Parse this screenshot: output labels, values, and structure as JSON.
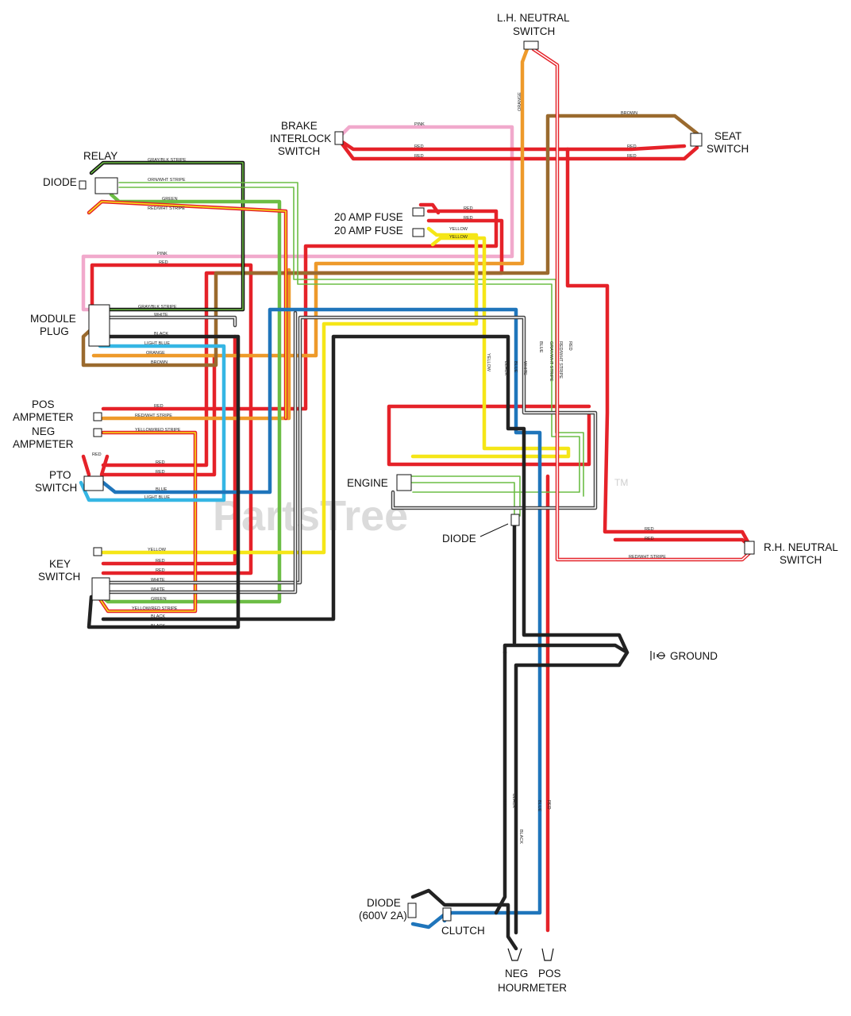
{
  "labels": {
    "lh_neutral_1": "L.H. NEUTRAL",
    "lh_neutral_2": "SWITCH",
    "brake_1": "BRAKE",
    "brake_2": "INTERLOCK",
    "brake_3": "SWITCH",
    "seat_1": "SEAT",
    "seat_2": "SWITCH",
    "relay": "RELAY",
    "diode": "DIODE",
    "fuse_1": "20 AMP FUSE",
    "fuse_2": "20 AMP FUSE",
    "module_1": "MODULE",
    "module_2": "PLUG",
    "pos_amp_1": "POS",
    "pos_amp_2": "AMPMETER",
    "neg_amp_1": "NEG",
    "neg_amp_2": "AMPMETER",
    "pto_1": "PTO",
    "pto_2": "SWITCH",
    "engine": "ENGINE",
    "key_1": "KEY",
    "key_2": "SWITCH",
    "engine_diode": "DIODE",
    "rh_neutral_1": "R.H. NEUTRAL",
    "rh_neutral_2": "SWITCH",
    "ground": "GROUND",
    "diode600_1": "DIODE",
    "diode600_2": "(600V 2A)",
    "clutch": "CLUTCH",
    "hour_neg": "NEG",
    "hour_pos": "POS",
    "hourmeter": "HOURMETER"
  },
  "wire_labels": {
    "orange": "ORANGE",
    "brown": "BROWN",
    "pink": "PINK",
    "red": "RED",
    "gray_blk": "GRAY/BLK STRIPE",
    "orn_wht": "ORN/WHT STRIPE",
    "green": "GREEN",
    "red_wht": "RED/WHT STRIPE",
    "yellow": "YELLOW",
    "white": "WHITE",
    "black": "BLACK",
    "light_blue": "LIGHT BLUE",
    "blue": "BLUE",
    "yellow_red": "YELLOW/RED STRIPE",
    "gray_wht": "GRAY/WHT STRIPE",
    "red_wht_stripe": "RED/WHT STRIPE"
  },
  "watermark": "PartsTree",
  "trademark": "TM",
  "colors": {
    "red": "#e52229",
    "orange": "#ee9a2a",
    "brown": "#9a6a2e",
    "pink": "#f1a9cc",
    "yellow": "#f5e617",
    "green": "#6cbd45",
    "blue": "#1f75bb",
    "light_blue": "#35b6e4",
    "black": "#222222",
    "white_stroke": "#444444"
  },
  "icons": {
    "ground": "ground-symbol-icon",
    "connector": "wire-connector-icon"
  }
}
